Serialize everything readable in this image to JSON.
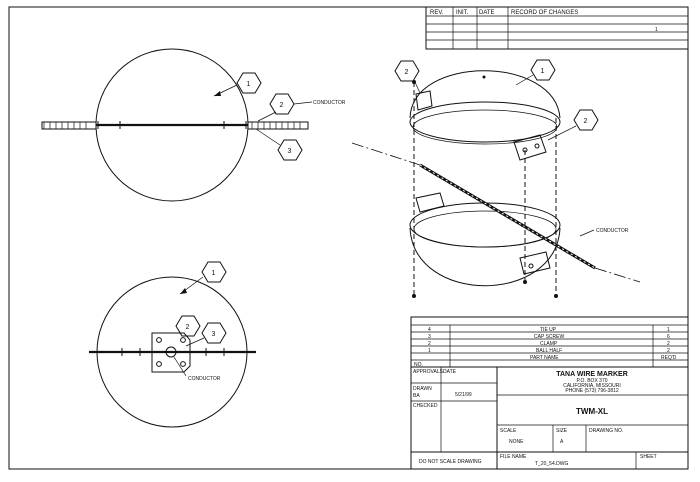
{
  "rev_block": {
    "headers": [
      "REV.",
      "INIT.",
      "DATE",
      "RECORD OF CHANGES"
    ],
    "entry": "1"
  },
  "callouts": {
    "one": "1",
    "two": "2",
    "three": "3"
  },
  "labels": {
    "conductor": "CONDUCTOR"
  },
  "parts_list": {
    "rows": [
      {
        "no": "4",
        "name": "TIE UP",
        "qty": "1"
      },
      {
        "no": "3",
        "name": "CAP SCREW",
        "qty": "6"
      },
      {
        "no": "2",
        "name": "CLAMP",
        "qty": "2"
      },
      {
        "no": "1",
        "name": "BALL HALF",
        "qty": "2"
      }
    ],
    "header": {
      "no": "NO.",
      "name": "PART NAME",
      "qty": "REQ'D"
    }
  },
  "title_block": {
    "approvals_label": "APPROVALS",
    "date_label": "DATE",
    "drawn_label": "DRAWN",
    "drawn_by": "BA",
    "drawn_date": "5/21/99",
    "checked_label": "CHECKED",
    "company": "TANA WIRE MARKER",
    "address_1": "P.O. BOX 370",
    "address_2": "CALIFORNIA, MISSOURI",
    "phone": "PHONE (573) 796-3812",
    "part_title": "TWM-XL",
    "scale_label": "SCALE",
    "scale_value": "NONE",
    "size_label": "SIZE",
    "size_value": "A",
    "drawing_no_label": "DRAWING NO.",
    "do_not_scale": "DO NOT SCALE DRAWING",
    "file_name_label": "FILE NAME",
    "file_name_value": "T_20_54.DWG",
    "sheet_label": "SHEET"
  }
}
